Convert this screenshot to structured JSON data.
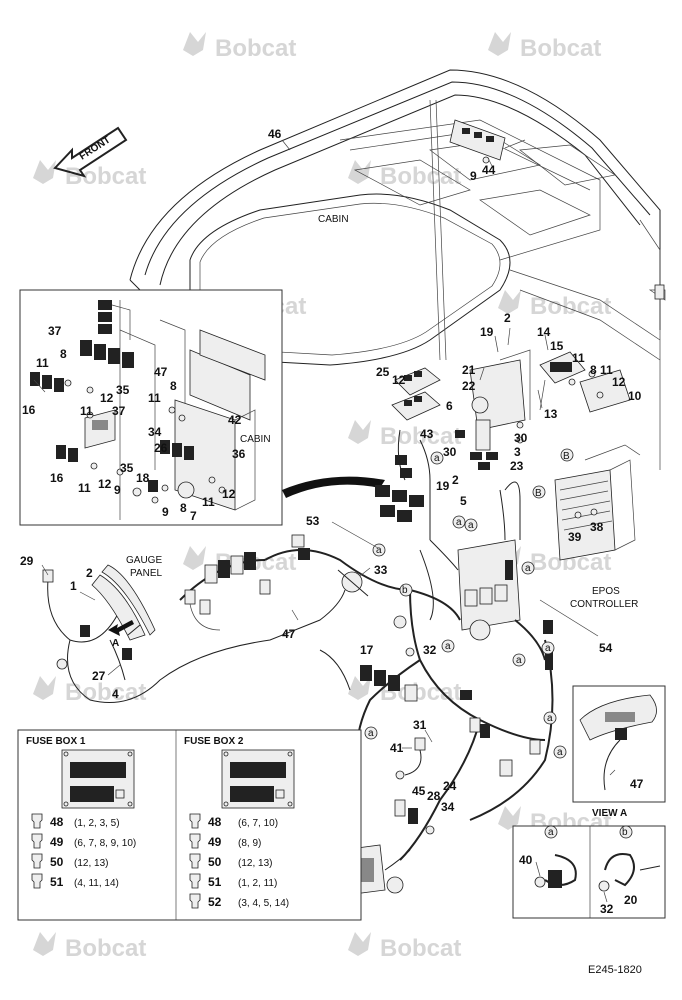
{
  "watermark": "Bobcat",
  "direction_arrow": "FRONT",
  "labels": {
    "cabin_main": "CABIN",
    "cabin_inset": "CABIN",
    "gauge_panel": [
      "GAUGE",
      "PANEL"
    ],
    "epos": [
      "EPOS",
      "CONTROLLER"
    ],
    "view_a": "VIEW A",
    "view_a_marker": "A",
    "marker_a": "a",
    "marker_b": "b",
    "marker_B": "B"
  },
  "callouts": {
    "c46": "46",
    "c9a": "9",
    "c44": "44",
    "c2a": "2",
    "c19a": "19",
    "c14": "14",
    "c15": "15",
    "c21": "21",
    "c22": "22",
    "c11a": "11",
    "c8a": "8",
    "c11b": "11",
    "c12a": "12",
    "c10": "10",
    "c25": "25",
    "c12b": "12",
    "c6": "6",
    "c13": "13",
    "c43": "43",
    "c30a": "30",
    "c30b": "30",
    "c3": "3",
    "c23": "23",
    "c19b": "19",
    "c2b": "2",
    "c5": "5",
    "c38": "38",
    "c39": "39",
    "c53": "53",
    "c37a": "37",
    "c47a": "47",
    "c8b": "8",
    "c11c": "11",
    "c35a": "35",
    "c12c": "12",
    "c11d": "11",
    "c37b": "37",
    "c16a": "16",
    "c8c": "8",
    "c11e": "11",
    "c34": "34",
    "c42": "42",
    "c36": "36",
    "c16b": "16",
    "c11f": "11",
    "c12d": "12",
    "c35b": "35",
    "c18": "18",
    "c26": "26",
    "c9b": "9",
    "c9c": "9",
    "c8d": "8",
    "c11g": "11",
    "c12e": "12",
    "c7": "7",
    "c29": "29",
    "c1": "1",
    "c2c": "2",
    "c33": "33",
    "c47b": "47",
    "c27": "27",
    "c4": "4",
    "c17": "17",
    "c32a": "32",
    "c54": "54",
    "c31": "31",
    "c41": "41",
    "c45": "45",
    "c28": "28",
    "c24": "24",
    "c34b": "34",
    "c47c": "47",
    "c40": "40",
    "c32b": "32",
    "c20": "20"
  },
  "fuse_box_1": {
    "title": "FUSE BOX 1",
    "rows": [
      {
        "num": "48",
        "list": "(1, 2, 3, 5)"
      },
      {
        "num": "49",
        "list": "(6, 7, 8, 9, 10)"
      },
      {
        "num": "50",
        "list": "(12, 13)"
      },
      {
        "num": "51",
        "list": "(4, 11, 14)"
      }
    ]
  },
  "fuse_box_2": {
    "title": "FUSE BOX 2",
    "rows": [
      {
        "num": "48",
        "list": "(6, 7, 10)"
      },
      {
        "num": "49",
        "list": "(8, 9)"
      },
      {
        "num": "50",
        "list": "(12, 13)"
      },
      {
        "num": "51",
        "list": "(1, 2, 11)"
      },
      {
        "num": "52",
        "list": "(3, 4, 5, 14)"
      }
    ]
  },
  "drawing_ref": "E245-1820"
}
